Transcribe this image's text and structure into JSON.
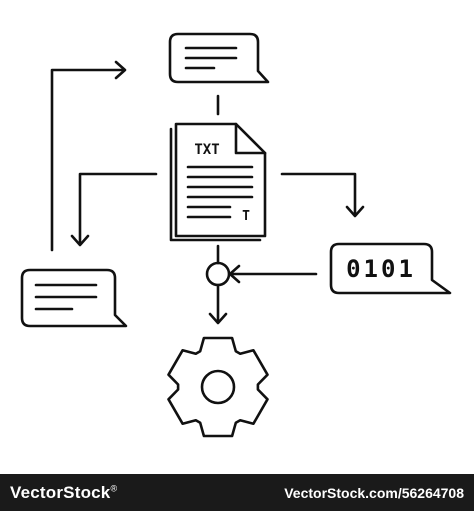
{
  "diagram": {
    "document_label": "TXT",
    "document_mark": "T",
    "binary_text": "0101"
  },
  "footer": {
    "brand": "VectorStock",
    "trademark": "®",
    "url": "VectorStock.com/56264708"
  },
  "colors": {
    "line": "#111111",
    "footer_bg": "#1a1a1a",
    "footer_text": "#ffffff"
  }
}
